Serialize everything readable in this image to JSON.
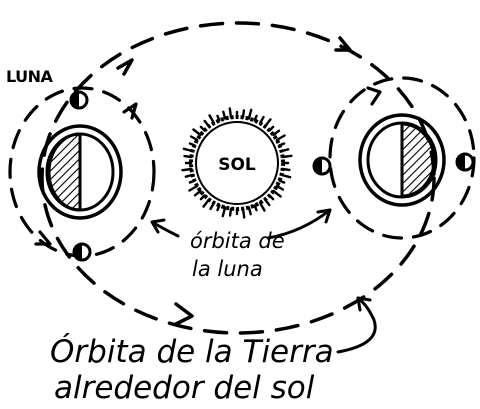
{
  "labels": {
    "moon": "LUNA",
    "sun": "SOL",
    "moon_orbit_line1": "órbita de",
    "moon_orbit_line2": "la luna",
    "earth_orbit_line1": "Órbita de la Tierra",
    "earth_orbit_line2": "alrededor del sol"
  }
}
